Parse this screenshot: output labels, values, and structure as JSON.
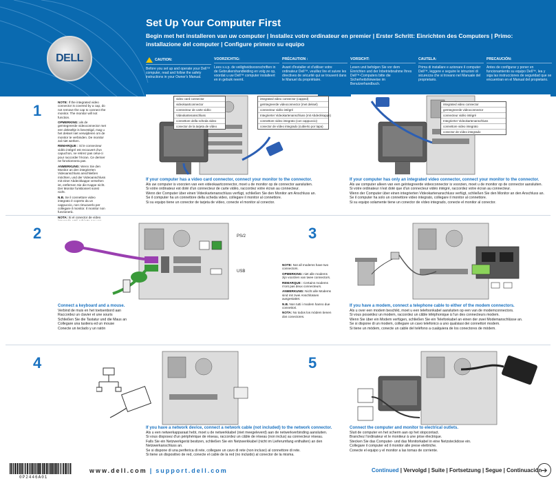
{
  "brand": {
    "logo_text": "DELL"
  },
  "header": {
    "title": "Set Up Your Computer First",
    "subtitle": "Begin met het installeren van uw computer | Installez votre ordinateur en premier | Erster Schritt: Einrichten des Computers | Primo: installazione del computer | Configure primero su equipo",
    "cautions": [
      {
        "heading": "CAUTION:",
        "text": "Before you set up and operate your Dell™ computer, read and follow the safety instructions in your Owner's Manual."
      },
      {
        "heading": "VOORZICHTIG:",
        "text": "Lees s.v.p. de veiligheidsvoorschriften in de Gebruikershandleiding en volg ze op, voordat u uw Dell™ computer installeert en in gebuik neemt."
      },
      {
        "heading": "PRÉCAUTION :",
        "text": "Avant d'installer et d'utiliser votre ordinateur Dell™, veuillez lire et suivre les directives de sécurité qui se trouvent dans le Manuel du propriétaire."
      },
      {
        "heading": "VORSICHT:",
        "text": "Lesen und befolgen Sie vor dem Einrichten und der Inbetriebnahme Ihres Dell™-Computers bitte die Sicherheitshinweise im Benutzerhandbuch."
      },
      {
        "heading": "CAUTELA:",
        "text": "Prima di installare e azionare il computer Dell™, leggere e seguire le istruzioni di sicurezza che si trovano nel Manuale del proprietario."
      },
      {
        "heading": "PRECAUCIÓN:",
        "text": "Antes de configurar y poner en funcionamiento su equipo Dell™, lea y siga las instrucciones de seguridad que se encuentran en el Manual del propietario."
      }
    ]
  },
  "step1": {
    "number": "1",
    "note": [
      {
        "b": "NOTE:",
        "t": " If the integrated video connector is covered by a cap, do not remove the cap to connect the monitor. The monitor will not function."
      },
      {
        "b": "OPMERKING:",
        "t": " als de geïntegreerde videoconnector met een dekseltje is bevestigd, mag u het deksel niet verwijderen om de monitor te verbinden. De monitor zal niet werken."
      },
      {
        "b": "REMARQUE :",
        "t": " Si le connecteur vidéo intégré est recouvert d'un capuchon, ne retirez pas celui-ci pour raccorder l'écran. Ce dernier ne fonctionnera pas."
      },
      {
        "b": "ANMERKUNG:",
        "t": " Wenn Sie den Monitor an den integrierten Videoanschluss anschließen möchten, und der Videoanschluss mit einer Abdeckkappe versehen ist, entfernen Sie die Kappe nicht. Der Monitor funktioniert sonst nicht."
      },
      {
        "b": "N.B.",
        "t": " Se il connettore video integrato è coperto da un cappuccio, non rimuoverlo per collegare il monitor. Il monitor non funzionerà."
      },
      {
        "b": "NOTA:",
        "t": " Si el conector de vídeo integrado está cubierto por una tapa, no la quite para conectar el monitor, de lo contrario, éste no funcionará."
      }
    ],
    "labels_a": [
      "video card connector",
      "videokaartconnector",
      "connecteur de carte vidéo",
      "Videokartenanschluss",
      "connettore della scheda video",
      "conector de la tarjeta de vídeo"
    ],
    "labels_b": [
      "integrated video connector (capped)",
      "geïntegreerde videoconnector (met deksel)",
      "connecteur vidéo intégré",
      "Integrierter Videokartenanschluss (mit Abdeckkappe)",
      "connettore video integrato (con cappuccio)",
      "conector de vídeo integrado (cubierto por tapa)"
    ],
    "caption_a": {
      "head": "If your computer has a video card connector, connect your monitor to the connector.",
      "lines": [
        "Als uw computer is voorzien van een videokaartconnector, moet u de monitor op de connector aansluiten.",
        "Si votre ordinateur est doté d'un connecteur de carte vidéo, raccordez votre écran au connecteur.",
        "Wenn der Computer über einen Videokartenanschluss verfügt, schließen Sie den Monitor am Anschluss an.",
        "Se il computer ha un connettore della scheda video, collegare il monitor al connettore.",
        "Si su equipo tiene un conector de tarjeta de vídeo, conecte el monitor al conector."
      ]
    },
    "labels_c": [
      "integrated video connector",
      "geïntegreerde videoconnector",
      "connecteur vidéo intégré",
      "Integrierter Videokartenanschluss",
      "connettore video integrato",
      "conector de vídeo integrado"
    ],
    "caption_b": {
      "head": "If your computer has only an integrated video connector, connect your monitor to the connector.",
      "lines": [
        "Als uw computer alleen van een geïntegreerde videoconnector is voorzien, moet u de monitor op de connector aansluiten.",
        "Si votre ordinateur n'est doté que d'un connecteur vidéo intégré, raccordez votre écran au connecteur.",
        "Wenn der Computer über einen integrierten Videokartenanschluss verfügt, schließen Sie den Monitor an den Anschluss an.",
        "Se il computer ha solo un connettore video integrato, collegare il monitor al connettore.",
        "Si su equipo solamente tiene un conector de vídeo integrado, conecte el monitor al conector."
      ]
    }
  },
  "step2": {
    "number": "2",
    "port_labels": [
      "PS/2",
      "USB"
    ],
    "caption": {
      "head": "Connect a keyboard and a mouse.",
      "lines": [
        "Verbind de muis en het toetsenbord aan",
        "Raccordez un clavier et une souris",
        "Schließen Sie die Tastatur und die Maus an",
        "Collegare una tastiera ed un mouse",
        "Conecte un teclado y un ratón"
      ]
    }
  },
  "step3": {
    "number": "3",
    "note": [
      {
        "b": "NOTE:",
        "t": " Not all modems have two connectors."
      },
      {
        "b": "OPMERKING:",
        "t": " niet alle modems zijn voorzien van twee connectors."
      },
      {
        "b": "REMARQUE :",
        "t": " Certains modems n'ont pas deux connecteurs."
      },
      {
        "b": "ANMERKUNG:",
        "t": " Nicht alle Modems sind mit zwei Anschlüssen ausgestattet."
      },
      {
        "b": "N.B.",
        "t": " Non tutti i modem hanno due connettori."
      },
      {
        "b": "NOTA:",
        "t": " No todos los módem tienen dos conectores."
      }
    ],
    "caption": {
      "head": "If you have a modem, connect a telephone cable to either of the modem connectors.",
      "lines": [
        "Als u over een modem beschikt, moet u een telefoonkabel aansluiten op een van de modemconnectors.",
        "Si vous possédez un modem, raccordez un câble téléphonique à l'un des connecteurs modem.",
        "Wenn Sie über ein Modem verfügen, schließen Sie ein Telefonkabel an einen der zwei Modemanschlüsse an.",
        "Se si dispone di un modem, collegare un cavo telefonico a uno qualsiasi dei connettori modem.",
        "Si tiene un módem, conecte un cable del teléfono a cualquiera de los conectores de módem."
      ]
    }
  },
  "step4": {
    "number": "4",
    "caption": {
      "head": "If you have a network device, connect a network cable (not included) to the network connector.",
      "lines": [
        "Als u een netwerkapparaat hebt, moet u de netwerkkabel (niet meegeleverd) aan de netwerkverbinding aansluiten.",
        "Si vous disposez d'un périphérique de réseau, raccordez un câble de réseau (non inclus) au connecteur réseau.",
        "Falls Sie ein Netzwerkgerät besitzen, schließen Sie ein Netzwerkkabel (nicht im Lieferumfang enthalten) an den Netzwerkanschluss an.",
        "Se si dispone di una periferica di rete, collegare un cavo di rete (non incluso) al connettore di rete.",
        "Si tiene un dispositivo de red, conecte el cable de la red (no incluido) al conector de la misma."
      ]
    }
  },
  "step5": {
    "number": "5",
    "caption": {
      "head": "Connect the computer and monitor to electrical outlets.",
      "lines": [
        "Sluit de computer en het scherm aan op het stopcontact.",
        "Branchez l'ordinateur et le moniteur à une prise électrique.",
        "Stecken Sie das Computer- und das Monitorkabel in eine Netzsteckdose ein.",
        "Collegare il computer ed il monitor alle prese elettriche.",
        "Conecte el equipo y el monitor a las tomas de corriente."
      ]
    }
  },
  "footer": {
    "url1": "www.dell.com",
    "sep": "|",
    "url2": "support.dell.com",
    "continued_first": "Continued",
    "continued_rest": " | Vervolgd | Suite | Fortsetzung | Segue | Continuación",
    "arrow": "➔",
    "part_number": "0P2446A01"
  },
  "colors": {
    "header_blue": "#0a6ab0",
    "accent_blue": "#1a72c0",
    "warning_yellow": "#f3c400",
    "cable_blue": "#2c5fb3",
    "keyboard_purple": "#9a3fb0",
    "cable_green": "#3a9a3a"
  },
  "icons": [
    "warning-triangle-icon",
    "network-icon",
    "telephone-icon",
    "continue-arrow-icon"
  ]
}
